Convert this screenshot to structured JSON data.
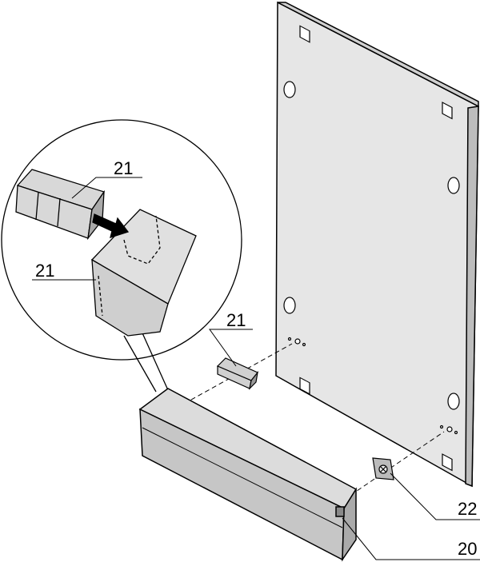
{
  "callouts": {
    "part_21_detail_top": "21",
    "part_21_detail_side": "21",
    "part_21_main": "21",
    "part_22": "22",
    "part_20": "20"
  },
  "colors": {
    "panel_fill": "#e6e6e6",
    "handle_fill": "#d4d4d4",
    "line": "#000000"
  }
}
